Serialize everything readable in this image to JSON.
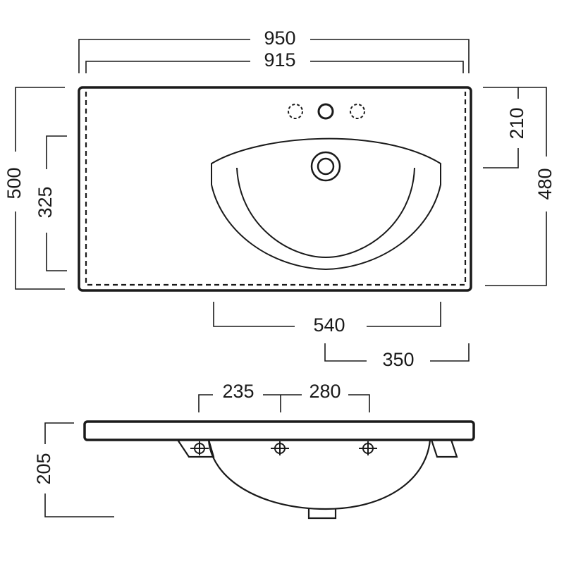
{
  "drawing": {
    "top_view": {
      "width_outer": "950",
      "width_inner": "915",
      "depth_outer": "500",
      "depth_inner": "325",
      "tap_offset": "210",
      "depth_right": "480",
      "bowl_width": "540",
      "bowl_offset": "350"
    },
    "side_view": {
      "height": "205",
      "bracket_left": "235",
      "bracket_right": "280"
    }
  }
}
